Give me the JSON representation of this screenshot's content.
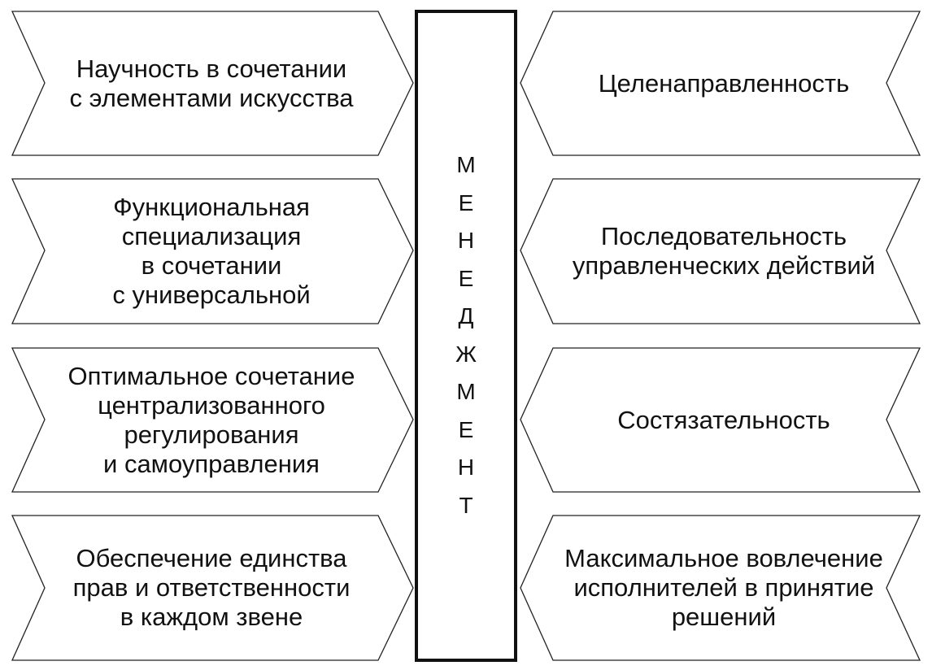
{
  "center_label": {
    "letters": [
      "М",
      "Е",
      "Н",
      "Е",
      "Д",
      "Ж",
      "М",
      "Е",
      "Н",
      "Т"
    ]
  },
  "left_items": [
    {
      "text": "Научность в сочетании\nс элементами искусства"
    },
    {
      "text": "Функциональная\nспециализация\nв сочетании\nс универсальной"
    },
    {
      "text": "Оптимальное сочетание\nцентрализованного\nрегулирования\nи самоуправления"
    },
    {
      "text": "Обеспечение единства\nправ и ответственности\nв каждом звене"
    }
  ],
  "right_items": [
    {
      "text": "Целенаправленность"
    },
    {
      "text": "Последовательность\nуправленческих действий"
    },
    {
      "text": "Состязательность"
    },
    {
      "text": "Максимальное вовлечение\nисполнителей в принятие\nрешений"
    }
  ],
  "colors": {
    "stroke": "#222222",
    "center_border": "#111111",
    "text": "#111111",
    "background": "#ffffff"
  }
}
